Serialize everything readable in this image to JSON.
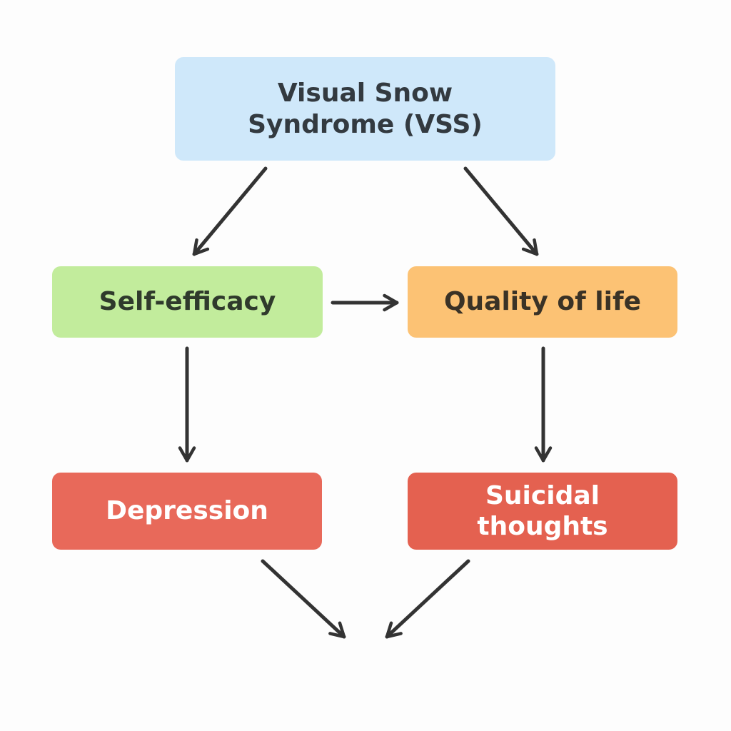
{
  "nodes": {
    "vss": {
      "label": "Visual Snow\nSyndrome (VSS)",
      "color": "#cfe8fa"
    },
    "self_efficacy": {
      "label": "Self-efficacy",
      "color": "#c2ec9c"
    },
    "quality_of_life": {
      "label": "Quality of life",
      "color": "#fcc274"
    },
    "depression": {
      "label": "Depression",
      "color": "#e8695a"
    },
    "suicidal_thoughts": {
      "label": "Suicidal\nthoughts",
      "color": "#e46150"
    }
  },
  "edges": [
    {
      "from": "vss",
      "to": "self_efficacy"
    },
    {
      "from": "vss",
      "to": "quality_of_life"
    },
    {
      "from": "self_efficacy",
      "to": "quality_of_life"
    },
    {
      "from": "self_efficacy",
      "to": "depression"
    },
    {
      "from": "quality_of_life",
      "to": "suicidal_thoughts"
    },
    {
      "from": "depression",
      "to": ""
    },
    {
      "from": "suicidal_thoughts",
      "to": ""
    }
  ],
  "colors": {
    "arrow": "#333333",
    "background": "#fdfdfd"
  }
}
